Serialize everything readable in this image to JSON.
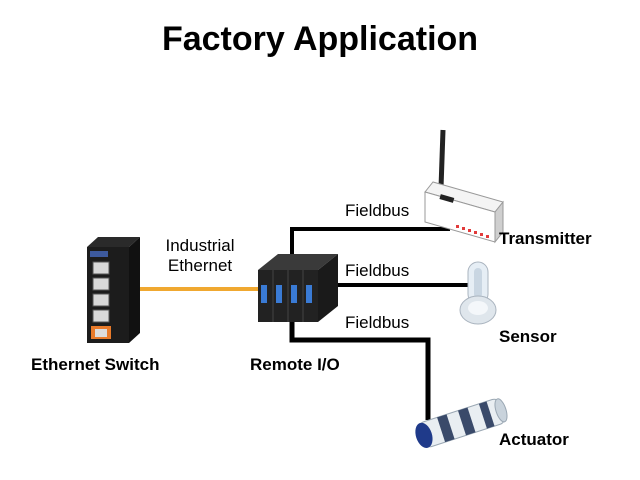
{
  "title": "Factory Application",
  "labels": {
    "industrial_ethernet_line1": "Industrial",
    "industrial_ethernet_line2": "Ethernet",
    "fieldbus_top": "Fieldbus",
    "fieldbus_middle": "Fieldbus",
    "fieldbus_bottom": "Fieldbus"
  },
  "devices": {
    "switch": "Ethernet Switch",
    "remote_io": "Remote I/O",
    "transmitter": "Transmitter",
    "sensor": "Sensor",
    "actuator": "Actuator"
  },
  "colors": {
    "ethernet_cable": "#f0a830",
    "fieldbus_cable": "#000000"
  }
}
